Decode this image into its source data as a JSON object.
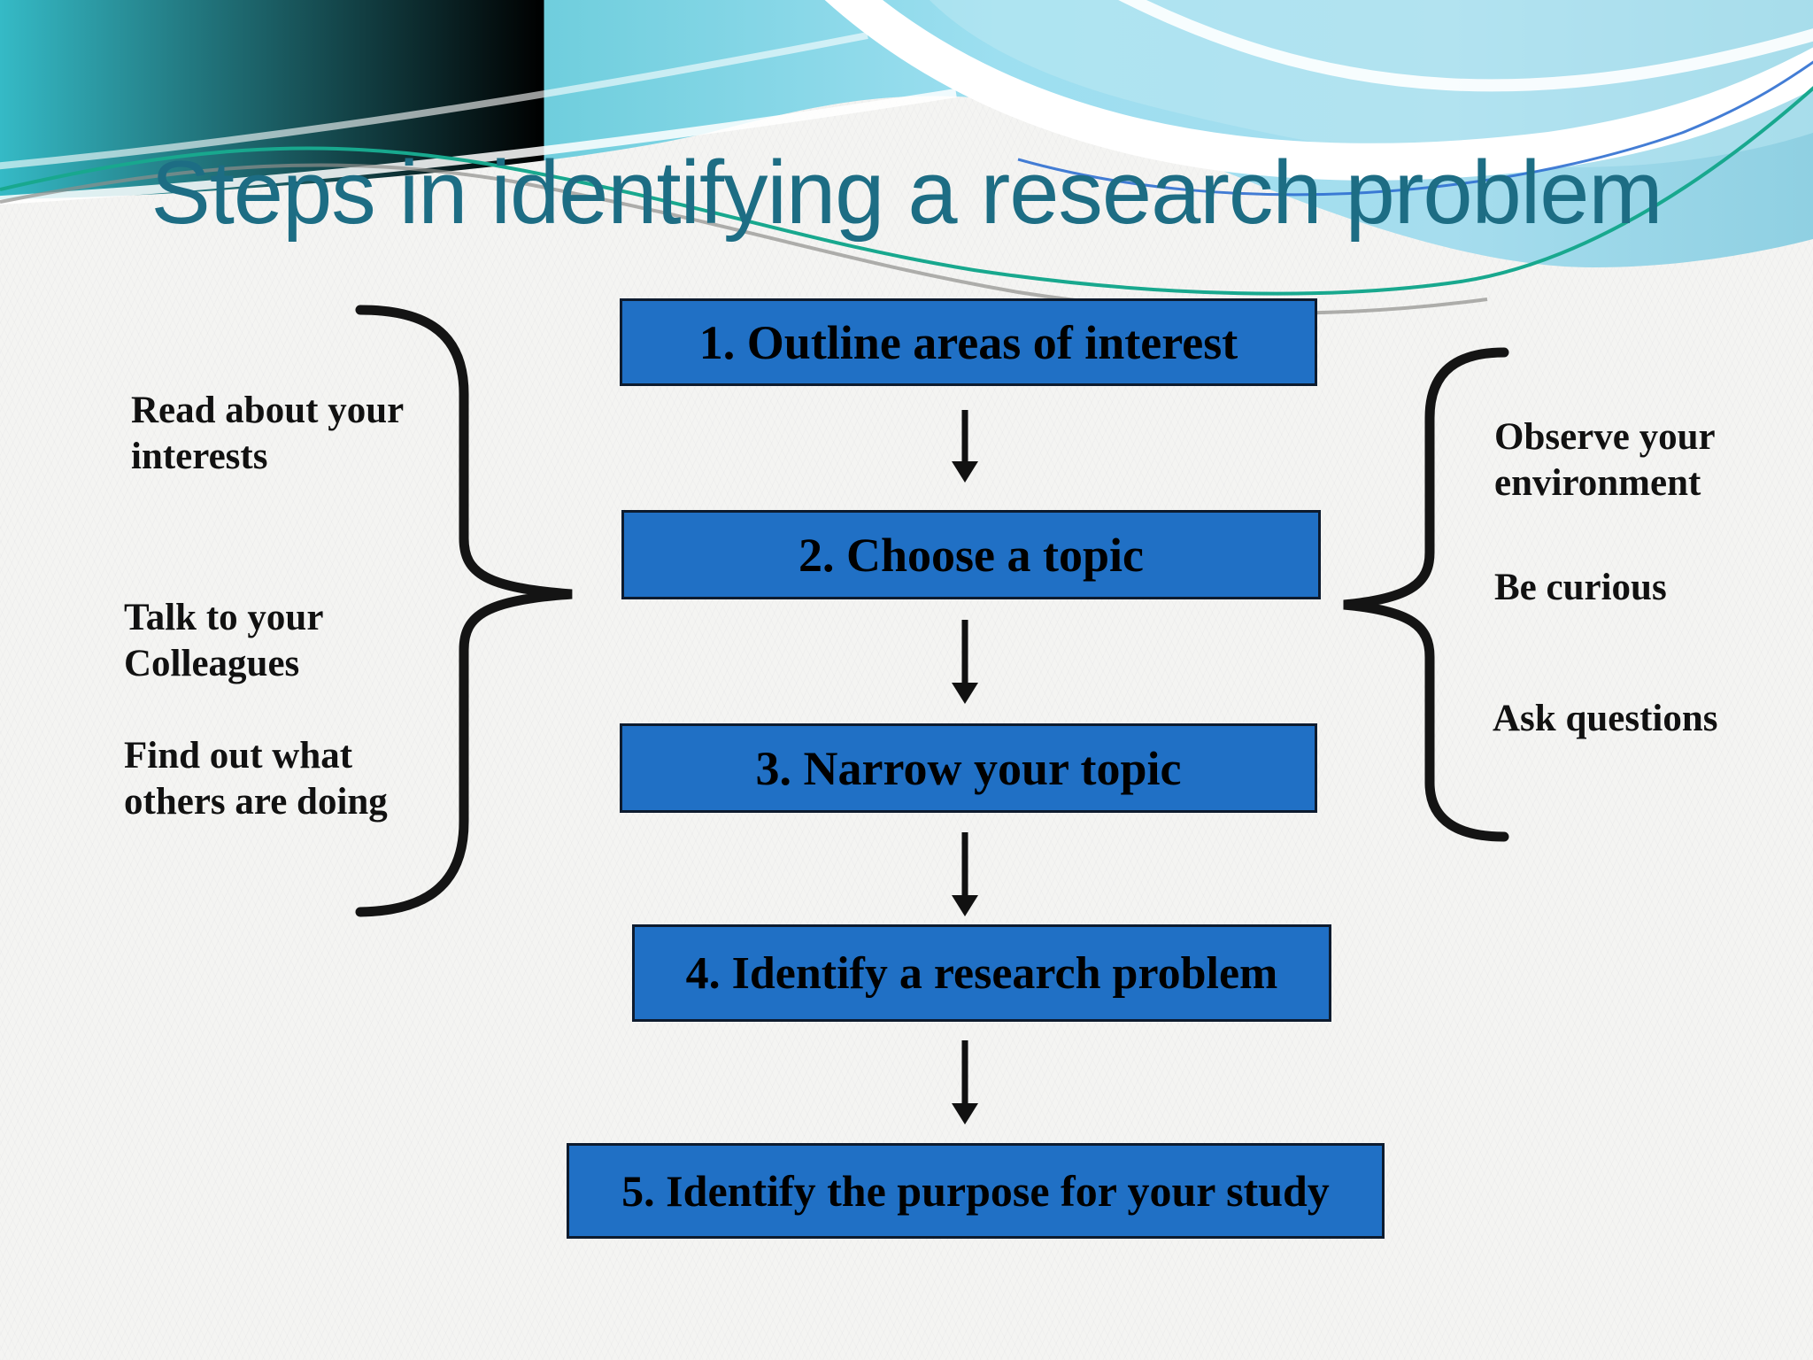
{
  "slide": {
    "title": "Steps in identifying a research problem",
    "steps": [
      {
        "label": "1. Outline areas of interest"
      },
      {
        "label": "2. Choose a topic"
      },
      {
        "label": "3. Narrow your topic"
      },
      {
        "label": "4. Identify a research problem"
      },
      {
        "label": "5. Identify the purpose for your study"
      }
    ],
    "left_notes": [
      {
        "text": "Read about your interests"
      },
      {
        "text": "Talk to your Colleagues"
      },
      {
        "text": "Find out what others are doing"
      }
    ],
    "right_notes": [
      {
        "text": "Observe your environment"
      },
      {
        "text": "Be curious"
      },
      {
        "text": "Ask questions"
      }
    ],
    "colors": {
      "box_fill": "#2070c5",
      "box_border": "#0d1b2e",
      "box_text": "#000000",
      "title_text": "#1d6d84",
      "note_text": "#111111",
      "arrow": "#111111",
      "brace": "#141414",
      "wave_teal": "#3fbfca",
      "wave_light_blue": "#a6ddee",
      "accent_green": "#18a88e",
      "accent_blue": "#2f6fd0",
      "accent_gray": "#8e8e8c",
      "background": "#f4f4f2"
    }
  }
}
